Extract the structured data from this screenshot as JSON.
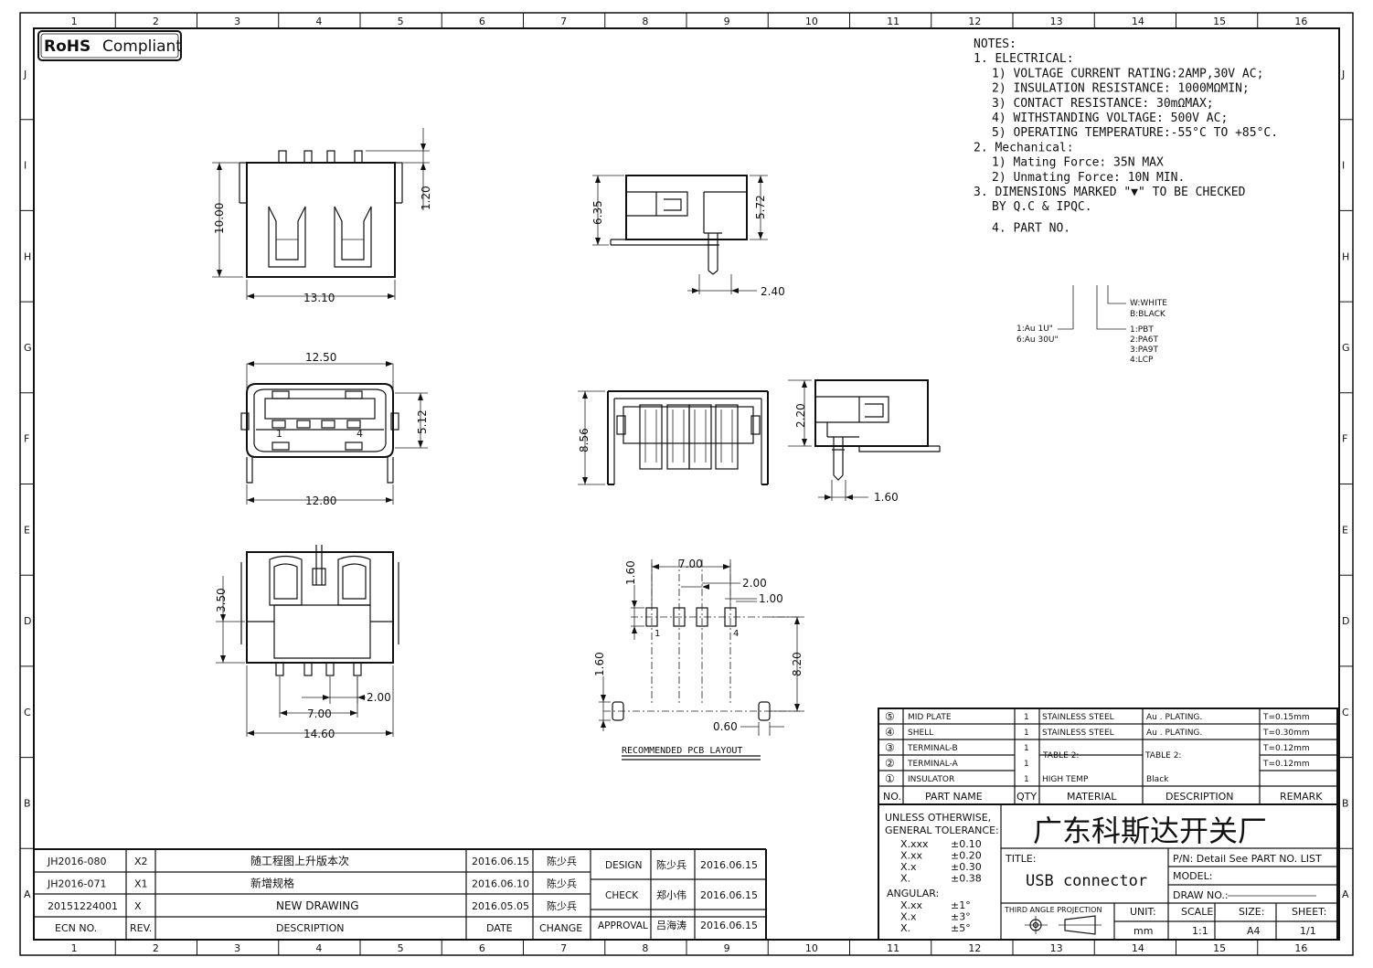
{
  "badge": "RoHS Compliant",
  "badge_parts": {
    "bold": "RoHS",
    "normal": "Compliant"
  },
  "grid": {
    "cols": [
      "1",
      "2",
      "3",
      "4",
      "5",
      "6",
      "7",
      "8",
      "9",
      "10",
      "11",
      "12",
      "13",
      "14",
      "15",
      "16"
    ],
    "rows": [
      "J",
      "I",
      "H",
      "G",
      "F",
      "E",
      "D",
      "C",
      "B",
      "A"
    ]
  },
  "notes": [
    "NOTES:",
    "1. ELECTRICAL:",
    "  1) VOLTAGE CURRENT RATING:2AMP,30V AC;",
    "  2) INSULATION RESISTANCE: 1000MΩMIN;",
    "  3) CONTACT RESISTANCE: 30mΩMAX;",
    "  4) WITHSTANDING VOLTAGE: 500V AC;",
    "  5) OPERATING TEMPERATURE:-55°C TO +85°C.",
    "2. Mechanical:",
    "  1) Mating Force: 35N  MAX",
    "  2) Unmating Force: 10N  MIN.",
    "3. DIMENSIONS MARKED \"▼\" TO BE CHECKED",
    "  BY Q.C & IPQC.",
    "  4. PART NO."
  ],
  "part_no": {
    "color": [
      "W:WHITE",
      "B:BLACK"
    ],
    "plating": [
      "1:Au 1U\"",
      "6:Au 30U\""
    ],
    "material": [
      "1:PBT",
      "2:PA6T",
      "3:PA9T",
      "4:LCP"
    ]
  },
  "dims": {
    "top_height": "10.00",
    "top_pin": "1.20",
    "top_width": "13.10",
    "side_h1": "6.35",
    "side_h2": "5.72",
    "side_pin": "2.40",
    "front_top": "12.50",
    "front_h": "5.12",
    "front_bottom": "12.80",
    "front_pin1": "1",
    "front_pin4": "4",
    "back_h": "8.56",
    "side2_h": "2.20",
    "side2_pin": "1.60",
    "bottom_h": "3.50",
    "bottom_pitch": "2.00",
    "bottom_span": "7.00",
    "bottom_width": "14.60",
    "pcb_span": "7.00",
    "pcb_pitch": "2.00",
    "pcb_hole": "1.00",
    "pcb_pad": "1.60",
    "pcb_depth": "8.20",
    "pcb_slot": "1.60",
    "pcb_slot_w": "0.60",
    "pcb_pin1": "1",
    "pcb_pin4": "4",
    "pcb_title": "RECOMMENDED PCB LAYOUT"
  },
  "bom": {
    "rows": [
      {
        "no": "⑤",
        "name": "MID PLATE",
        "qty": "1",
        "material": "STAINLESS STEEL",
        "description": "Au . PLATING.",
        "remark": "T=0.15mm"
      },
      {
        "no": "④",
        "name": "SHELL",
        "qty": "1",
        "material": "STAINLESS STEEL",
        "description": "Au . PLATING.",
        "remark": "T=0.30mm"
      },
      {
        "no": "③",
        "name": "TERMINAL-B",
        "qty": "1",
        "material": "",
        "description": "",
        "remark": "T=0.12mm"
      },
      {
        "no": "②",
        "name": "TERMINAL-A",
        "qty": "1",
        "material": "",
        "description": "",
        "remark": "T=0.12mm"
      },
      {
        "no": "①",
        "name": "INSULATOR",
        "qty": "1",
        "material": "HIGH TEMP",
        "description": "Black",
        "remark": ""
      }
    ],
    "merged_material": "TABLE 2:",
    "merged_description": "TABLE 2:",
    "headers": [
      "NO.",
      "PART NAME",
      "QTY",
      "MATERIAL",
      "DESCRIPTION",
      "REMARK"
    ]
  },
  "tolerance": {
    "title1": "UNLESS OTHERWISE,",
    "title2": "GENERAL TOLERANCE:",
    "rows": [
      [
        "X.xxx",
        "±0.10"
      ],
      [
        "X.xx",
        "±0.20"
      ],
      [
        "X.x",
        "±0.30"
      ],
      [
        "X.",
        "±0.38"
      ]
    ],
    "angular_label": "ANGULAR:",
    "angular": [
      [
        "X.xx",
        "±1°"
      ],
      [
        "X.x",
        "±3°"
      ],
      [
        "X.",
        "±5°"
      ]
    ]
  },
  "company": "广东科斯达开关厂",
  "title_label": "TITLE:",
  "title_value": "USB connector",
  "pn": "P/N: Detail See PART NO. LIST",
  "model": "MODEL:",
  "draw_no": "DRAW NO.:",
  "projection": "THIRD ANGLE PROJECTION",
  "unit_label": "UNIT:",
  "unit": "mm",
  "scale_label": "SCALE:",
  "scale": "1:1",
  "size_label": "SIZE:",
  "size": "A4",
  "sheet_label": "SHEET:",
  "sheet": "1/1",
  "revisions": [
    {
      "ecn": "JH2016-080",
      "rev": "X2",
      "desc": "随工程图上升版本次",
      "date": "2016.06.15",
      "change": "陈少兵"
    },
    {
      "ecn": "JH2016-071",
      "rev": "X1",
      "desc": "新增规格",
      "date": "2016.06.10",
      "change": "陈少兵"
    },
    {
      "ecn": "20151224001",
      "rev": "X",
      "desc": "NEW DRAWING",
      "date": "2016.05.05",
      "change": "陈少兵"
    }
  ],
  "rev_headers": {
    "ecn": "ECN NO.",
    "rev": "REV.",
    "desc": "DESCRIPTION",
    "date": "DATE",
    "change": "CHANGE"
  },
  "approvals": [
    {
      "role": "DESIGN",
      "name": "陈少兵",
      "date": "2016.06.15"
    },
    {
      "role": "CHECK",
      "name": "郑小伟",
      "date": "2016.06.15"
    },
    {
      "role": "APPROVAL",
      "name": "吕海涛",
      "date": "2016.06.15"
    }
  ]
}
